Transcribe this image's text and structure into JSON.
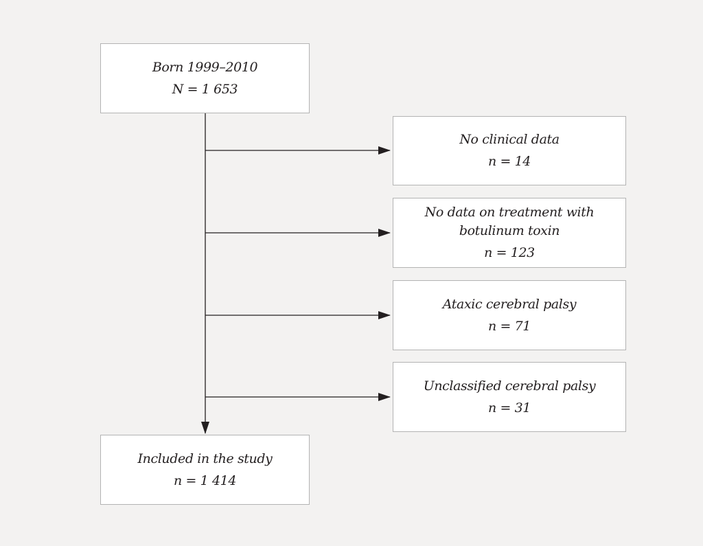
{
  "flow": {
    "source": {
      "label": "Born 1999–2010",
      "count": "N = 1 653"
    },
    "exclusions": [
      {
        "lines": [
          "No clinical data"
        ],
        "count": "n = 14"
      },
      {
        "lines": [
          "No data on treatment with",
          "botulinum toxin"
        ],
        "count": "n = 123"
      },
      {
        "lines": [
          "Ataxic cerebral palsy"
        ],
        "count": "n = 71"
      },
      {
        "lines": [
          "Unclassified cerebral palsy"
        ],
        "count": "n = 31"
      }
    ],
    "result": {
      "label": "Included in the study",
      "count": "n = 1 414"
    }
  },
  "colors": {
    "background": "#f3f2f1",
    "box_fill": "#ffffff",
    "box_border": "#b3b3b3",
    "line": "#231f20"
  }
}
